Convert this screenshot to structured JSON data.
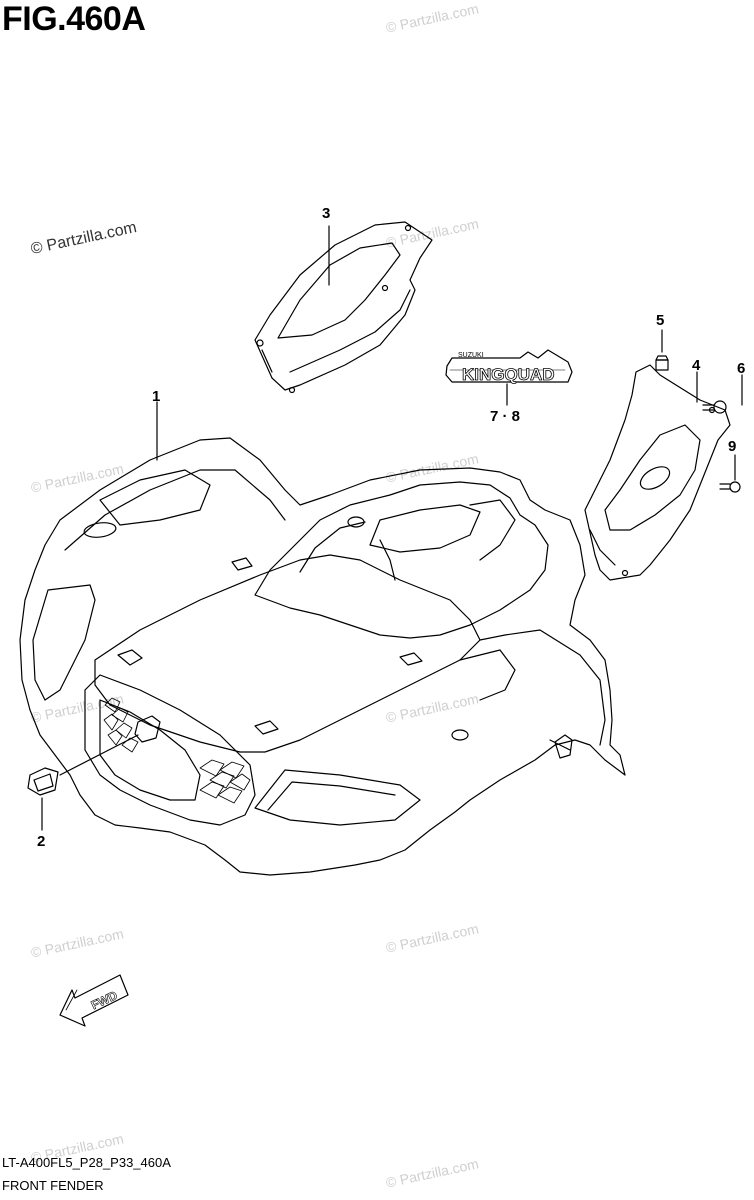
{
  "figure": {
    "title": "FIG.460A",
    "model_code": "LT-A400FL5_P28_P33_460A",
    "caption": "FRONT FENDER"
  },
  "watermark": "© Partzilla.com",
  "callouts": {
    "c1": "1",
    "c2": "2",
    "c3": "3",
    "c4": "4",
    "c5": "5",
    "c6": "6",
    "c78": "7 · 8",
    "c9": "9"
  },
  "emblem": {
    "brand": "SUZUKI",
    "name": "KINGQUAD"
  },
  "fwd_label": "FWD"
}
